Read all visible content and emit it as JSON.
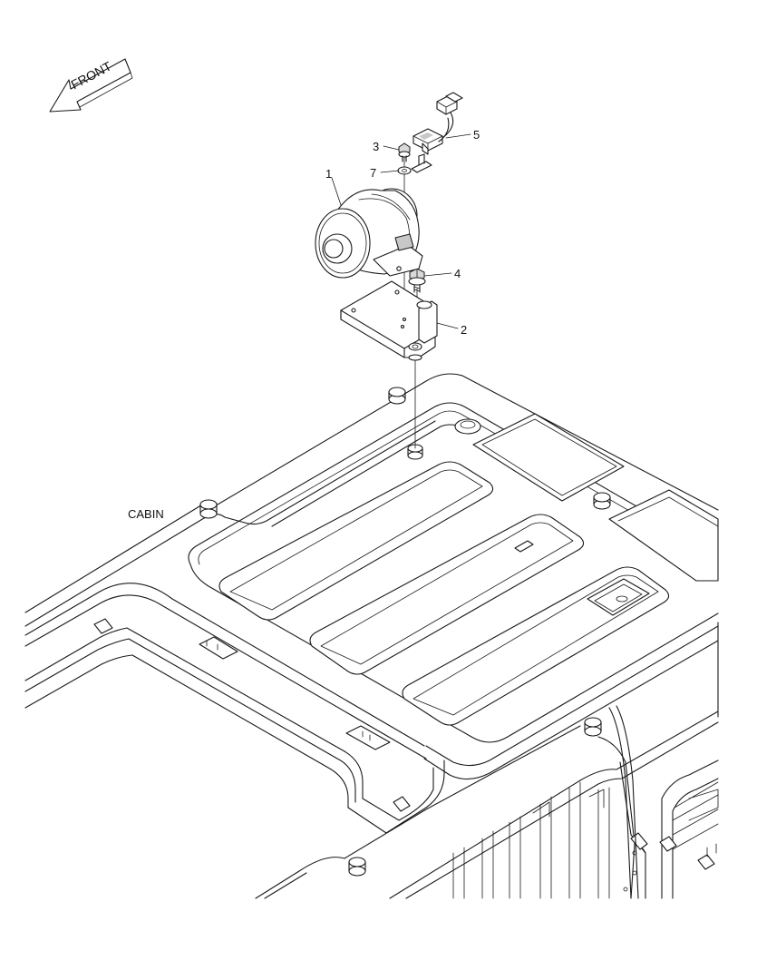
{
  "diagram": {
    "front_label": "FRONT",
    "cabin_label": "CABIN",
    "callouts": [
      {
        "id": "1",
        "text": "1"
      },
      {
        "id": "2",
        "text": "2"
      },
      {
        "id": "3",
        "text": "3"
      },
      {
        "id": "4",
        "text": "4"
      },
      {
        "id": "5",
        "text": "5"
      },
      {
        "id": "7",
        "text": "7"
      }
    ]
  }
}
